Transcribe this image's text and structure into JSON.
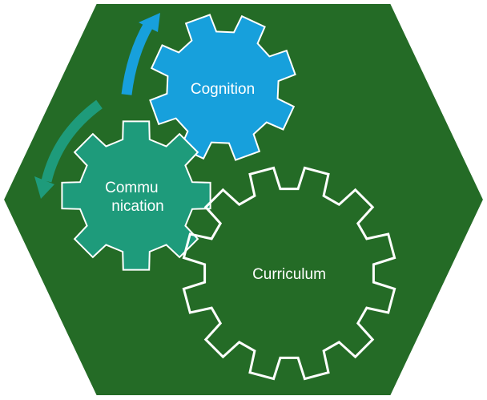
{
  "diagram": {
    "background_color": "#246b26",
    "outline_color": "#ffffff",
    "gears": [
      {
        "id": "cognition",
        "label_lines": [
          "Cognition"
        ],
        "fill": "#17a0dc",
        "stroke": "#ffffff"
      },
      {
        "id": "communication",
        "label_lines": [
          "Commu",
          "nication"
        ],
        "fill": "#1e9b7b",
        "stroke": "#ffffff"
      },
      {
        "id": "curriculum",
        "label_lines": [
          "Curriculum"
        ],
        "fill": "none",
        "stroke": "#ffffff"
      }
    ],
    "arrows": [
      {
        "id": "cognition-arrow",
        "color": "#17a0dc",
        "direction": "up"
      },
      {
        "id": "communication-arrow",
        "color": "#1e9b7b",
        "direction": "down"
      }
    ]
  }
}
